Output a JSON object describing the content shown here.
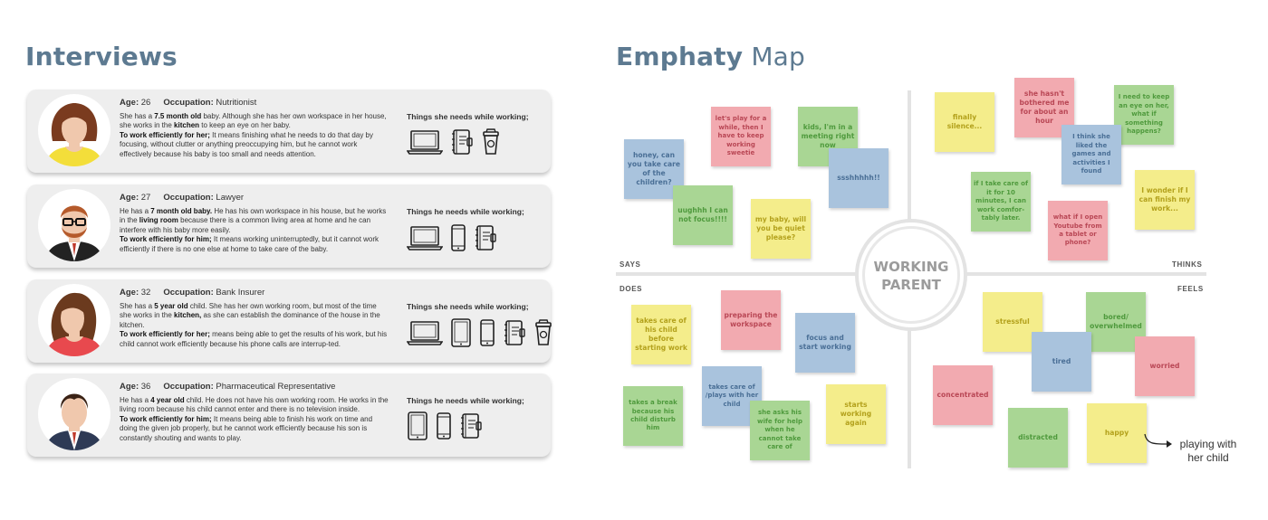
{
  "interviews": {
    "title": "Interviews",
    "age_label": "Age:",
    "occupation_label": "Occupation:",
    "cards": [
      {
        "age": "26",
        "occupation": "Nutritionist",
        "needs_label": "Things she needs while working;",
        "needs_icons": [
          "laptop-icon",
          "planner-icon",
          "coffee-cup-icon"
        ],
        "desc": [
          {
            "t": "She has a "
          },
          {
            "t": "7.5 month old",
            "b": true
          },
          {
            "t": " baby. Although she has her own workspace in her house, she works in the "
          },
          {
            "t": "kitchen",
            "b": true
          },
          {
            "t": " to keep an eye on her baby. "
          },
          {
            "t": "To work efficiently for her;",
            "b": true,
            "br": true
          },
          {
            "t": " It means finishing what he needs to do that day by focusing, without clutter or anything preoccupying him, but he cannot work effectively because his baby is too small and needs attention."
          }
        ]
      },
      {
        "age": "27",
        "occupation": "Lawyer",
        "needs_label": "Things he needs while working;",
        "needs_icons": [
          "laptop-icon",
          "phone-icon",
          "planner-icon"
        ],
        "desc": [
          {
            "t": "He has a "
          },
          {
            "t": "7 month old baby.",
            "b": true
          },
          {
            "t": " He has his own workspace in his house, but he works in the "
          },
          {
            "t": "living room",
            "b": true
          },
          {
            "t": " because there is a common living area at home and he can interfere with his baby more easily. "
          },
          {
            "t": "To work efficiently for him;",
            "b": true,
            "br": true
          },
          {
            "t": " It means working uninterruptedly, but it cannot work efficiently if there is no one else at home to take care of the baby."
          }
        ]
      },
      {
        "age": "32",
        "occupation": "Bank Insurer",
        "needs_label": "Things she needs while working;",
        "needs_icons": [
          "laptop-icon",
          "tablet-icon",
          "phone-icon",
          "planner-icon",
          "coffee-cup-icon"
        ],
        "desc": [
          {
            "t": "She has a "
          },
          {
            "t": "5 year old",
            "b": true
          },
          {
            "t": " child. She has her own working room, but most of the time she works in the "
          },
          {
            "t": "kitchen,",
            "b": true
          },
          {
            "t": " as she can establish the dominance of the house in the kitchen. "
          },
          {
            "t": "To work efficiently for her;",
            "b": true,
            "br": true
          },
          {
            "t": " means being able to get the results of his work, but his child cannot work efficiently because his phone calls are interrup-ted."
          }
        ]
      },
      {
        "age": "36",
        "occupation": "Pharmaceutical Representative",
        "needs_label": "Things he needs while working;",
        "needs_icons": [
          "tablet-icon",
          "phone-icon",
          "planner-icon"
        ],
        "desc": [
          {
            "t": "He has a "
          },
          {
            "t": "4 year old",
            "b": true
          },
          {
            "t": " child. He does not have his own working room. He works in the living room because his child cannot enter and there is no television inside. "
          },
          {
            "t": "To work efficiently for him;",
            "b": true,
            "br": true
          },
          {
            "t": " It means being able to finish his work on time and doing the given job properly, but he cannot work efficiently because his son is constantly shouting and wants to play."
          }
        ]
      }
    ]
  },
  "empathy_map": {
    "title_bold": "Emphaty",
    "title_light": "Map",
    "center_line1": "WORKING",
    "center_line2": "PARENT",
    "quadrants": {
      "says": "SAYS",
      "thinks": "THINKS",
      "does": "DOES",
      "feels": "FEELS"
    },
    "colors": {
      "pink": "#f2aab0",
      "green": "#a9d694",
      "blue": "#a9c3dd",
      "yellow": "#f4ed8b",
      "axis": "#e3e3e3"
    },
    "says_notes": [
      {
        "text": "honey, can you take care of the children?",
        "color": "blue"
      },
      {
        "text": "let's play for a while, then I have to keep working sweetie",
        "color": "pink"
      },
      {
        "text": "kids, I'm in a meeting right now",
        "color": "green"
      },
      {
        "text": "ssshhhhh!!",
        "color": "blue"
      },
      {
        "text": "uughhh I can not focus!!!!",
        "color": "green"
      },
      {
        "text": "my baby, will you be quiet please?",
        "color": "yellow"
      }
    ],
    "thinks_notes": [
      {
        "text": "finally silence...",
        "color": "yellow"
      },
      {
        "text": "she hasn't bothered me for about an hour",
        "color": "pink"
      },
      {
        "text": "I need to keep an eye on her, what if something happens?",
        "color": "green"
      },
      {
        "text": "I think she liked the games and activities I found",
        "color": "blue"
      },
      {
        "text": "if I take care of it for 10 minutes, I can work comfor-tably later.",
        "color": "green"
      },
      {
        "text": "I wonder if I can finish my work...",
        "color": "yellow"
      },
      {
        "text": "what if I open Youtube from a tablet or phone?",
        "color": "pink"
      }
    ],
    "does_notes": [
      {
        "text": "takes care of his child before starting work",
        "color": "yellow"
      },
      {
        "text": "preparing the workspace",
        "color": "pink"
      },
      {
        "text": "focus and start working",
        "color": "blue"
      },
      {
        "text": "takes care of /plays with her child",
        "color": "blue"
      },
      {
        "text": "takes a break because his child disturb him",
        "color": "green"
      },
      {
        "text": "she asks his wife for help when he cannot take care of",
        "color": "green"
      },
      {
        "text": "starts working again",
        "color": "yellow"
      }
    ],
    "feels_notes": [
      {
        "text": "stressful",
        "color": "yellow"
      },
      {
        "text": "bored/ overwhelmed",
        "color": "green"
      },
      {
        "text": "tired",
        "color": "blue"
      },
      {
        "text": "worried",
        "color": "pink"
      },
      {
        "text": "concentrated",
        "color": "pink"
      },
      {
        "text": "distracted",
        "color": "green"
      },
      {
        "text": "happy",
        "color": "yellow"
      }
    ],
    "annotation": "playing with her child"
  }
}
